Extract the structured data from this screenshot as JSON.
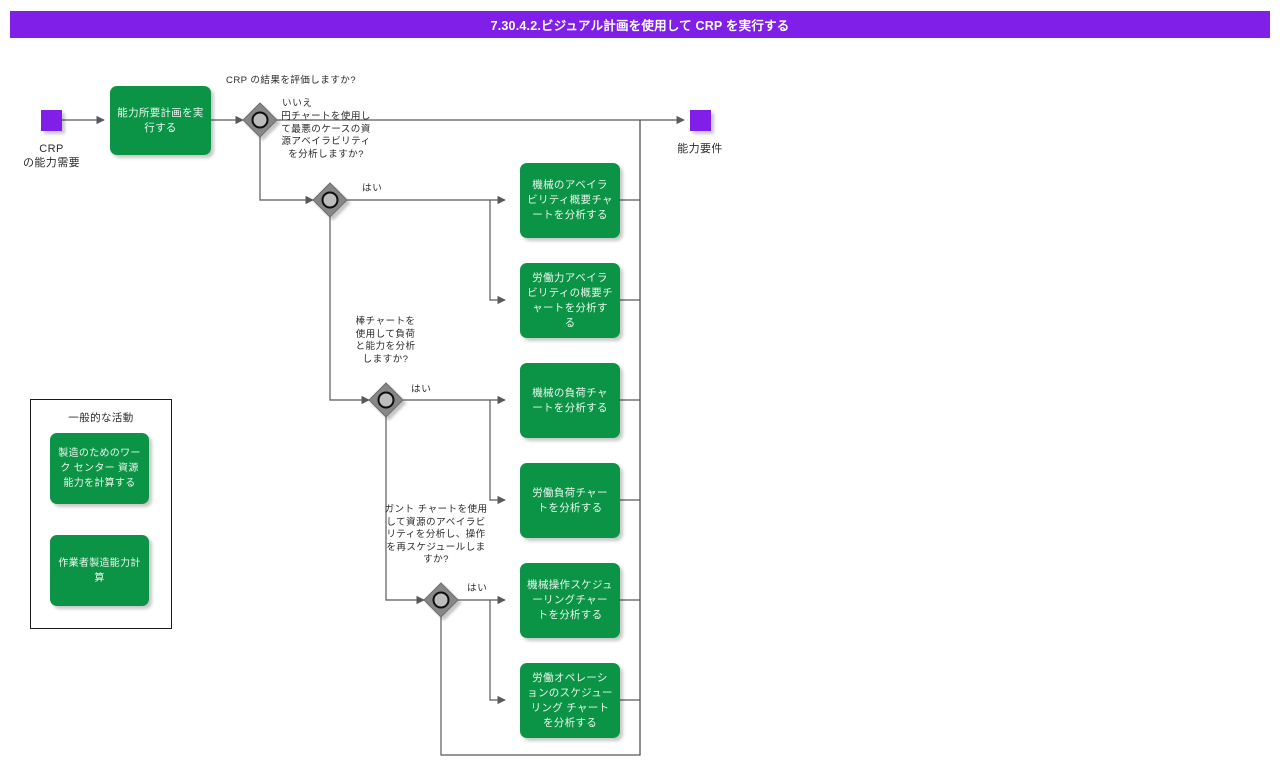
{
  "header": {
    "title": "7.30.4.2.ビジュアル計画を使用して CRP を実行する",
    "bar_color": "#7f1fe8"
  },
  "colors": {
    "process_green": "#0b9346",
    "terminal_purple": "#7f1fe8",
    "decision_gray": "#878787",
    "line": "#595959",
    "text_dark": "#2b2b2b"
  },
  "start": {
    "label": "CRP\nの能力需要"
  },
  "end": {
    "label": "能力要件"
  },
  "processes": {
    "main": "能力所要計画を実行する",
    "machine_availability": "機械のアベイラビリティ概要チャートを分析する",
    "labor_availability": "労働力アベイラビリティの概要チャートを分析する",
    "machine_load": "機械の負荷チャートを分析する",
    "labor_load": "労働負荷チャートを分析する",
    "machine_schedule": "機械操作スケジューリングチャートを分析する",
    "labor_schedule": "労働オペレーションのスケジューリング チャートを分析する"
  },
  "decisions": [
    {
      "id": "evaluate-crp",
      "question": "CRP の結果を評価しますか?",
      "no_label": "いいえ"
    },
    {
      "id": "pie-chart",
      "question": "円チャートを使用して最悪のケースの資源アベイラビリティを分析しますか?",
      "yes_label": "はい"
    },
    {
      "id": "bar-chart",
      "question": "棒チャートを使用して負荷と能力を分析しますか?",
      "yes_label": "はい"
    },
    {
      "id": "gantt-chart",
      "question": "ガント チャートを使用して資源のアベイラビリティを分析し、操作を再スケジュールしますか?",
      "yes_label": "はい"
    }
  ],
  "group": {
    "title": "一般的な活動",
    "items": [
      "製造のためのワーク センター 資源能力を計算する",
      "作業者製造能力計算"
    ]
  }
}
